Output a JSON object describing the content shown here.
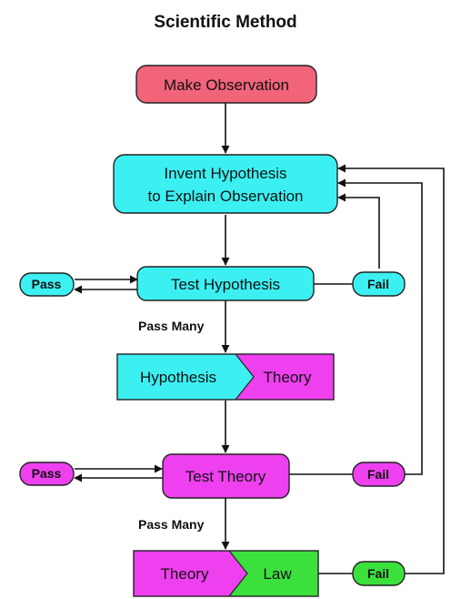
{
  "title": "Scientific Method",
  "colors": {
    "observation": "#f2647a",
    "hypothesis": "#3cf0f2",
    "theory": "#ee40ee",
    "law": "#3ce03c",
    "line": "#111111"
  },
  "nodes": {
    "make_observation": "Make Observation",
    "invent_hypothesis_line1": "Invent Hypothesis",
    "invent_hypothesis_line2": "to Explain Observation",
    "test_hypothesis": "Test Hypothesis",
    "hypothesis_pass": "Pass",
    "hypothesis_fail": "Fail",
    "pass_many_1": "Pass Many",
    "hypothesis_label": "Hypothesis",
    "theory_label_1": "Theory",
    "test_theory": "Test Theory",
    "theory_pass": "Pass",
    "theory_fail": "Fail",
    "pass_many_2": "Pass Many",
    "theory_label_2": "Theory",
    "law_label": "Law",
    "law_fail": "Fail"
  }
}
